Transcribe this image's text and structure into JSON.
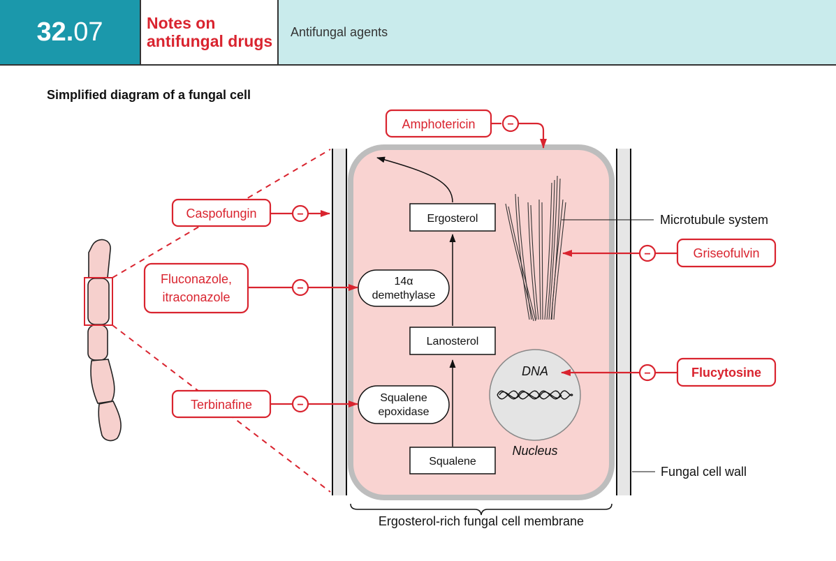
{
  "header": {
    "chapter_major": "32.",
    "chapter_minor": "07",
    "title_line1": "Notes on",
    "title_line2": "antifungal drugs",
    "subtitle": "Antifungal agents"
  },
  "section_title": "Simplified diagram of a fungal cell",
  "drugs": {
    "amphotericin": "Amphotericin",
    "caspofungin": "Caspofungin",
    "fluconazole_line1": "Fluconazole,",
    "fluconazole_line2": "itraconazole",
    "terbinafine": "Terbinafine",
    "griseofulvin": "Griseofulvin",
    "flucytosine": "Flucytosine"
  },
  "pathway": {
    "ergosterol": "Ergosterol",
    "demethylase_line1": "14α",
    "demethylase_line2": "demethylase",
    "lanosterol": "Lanosterol",
    "squalene_epoxidase_line1": "Squalene",
    "squalene_epoxidase_line2": "epoxidase",
    "squalene": "Squalene"
  },
  "labels": {
    "microtubule": "Microtubule system",
    "dna": "DNA",
    "nucleus": "Nucleus",
    "cell_wall": "Fungal cell wall",
    "membrane": "Ergosterol-rich fungal cell membrane"
  },
  "inhibit_symbol": "−",
  "colors": {
    "accent_red": "#d9242f",
    "header_teal": "#1b98ab",
    "header_light": "#c9ebec",
    "cell_fill": "#f9d3d1",
    "membrane_grey": "#bdbdbd",
    "hypha_fill": "#f6d0cd"
  }
}
